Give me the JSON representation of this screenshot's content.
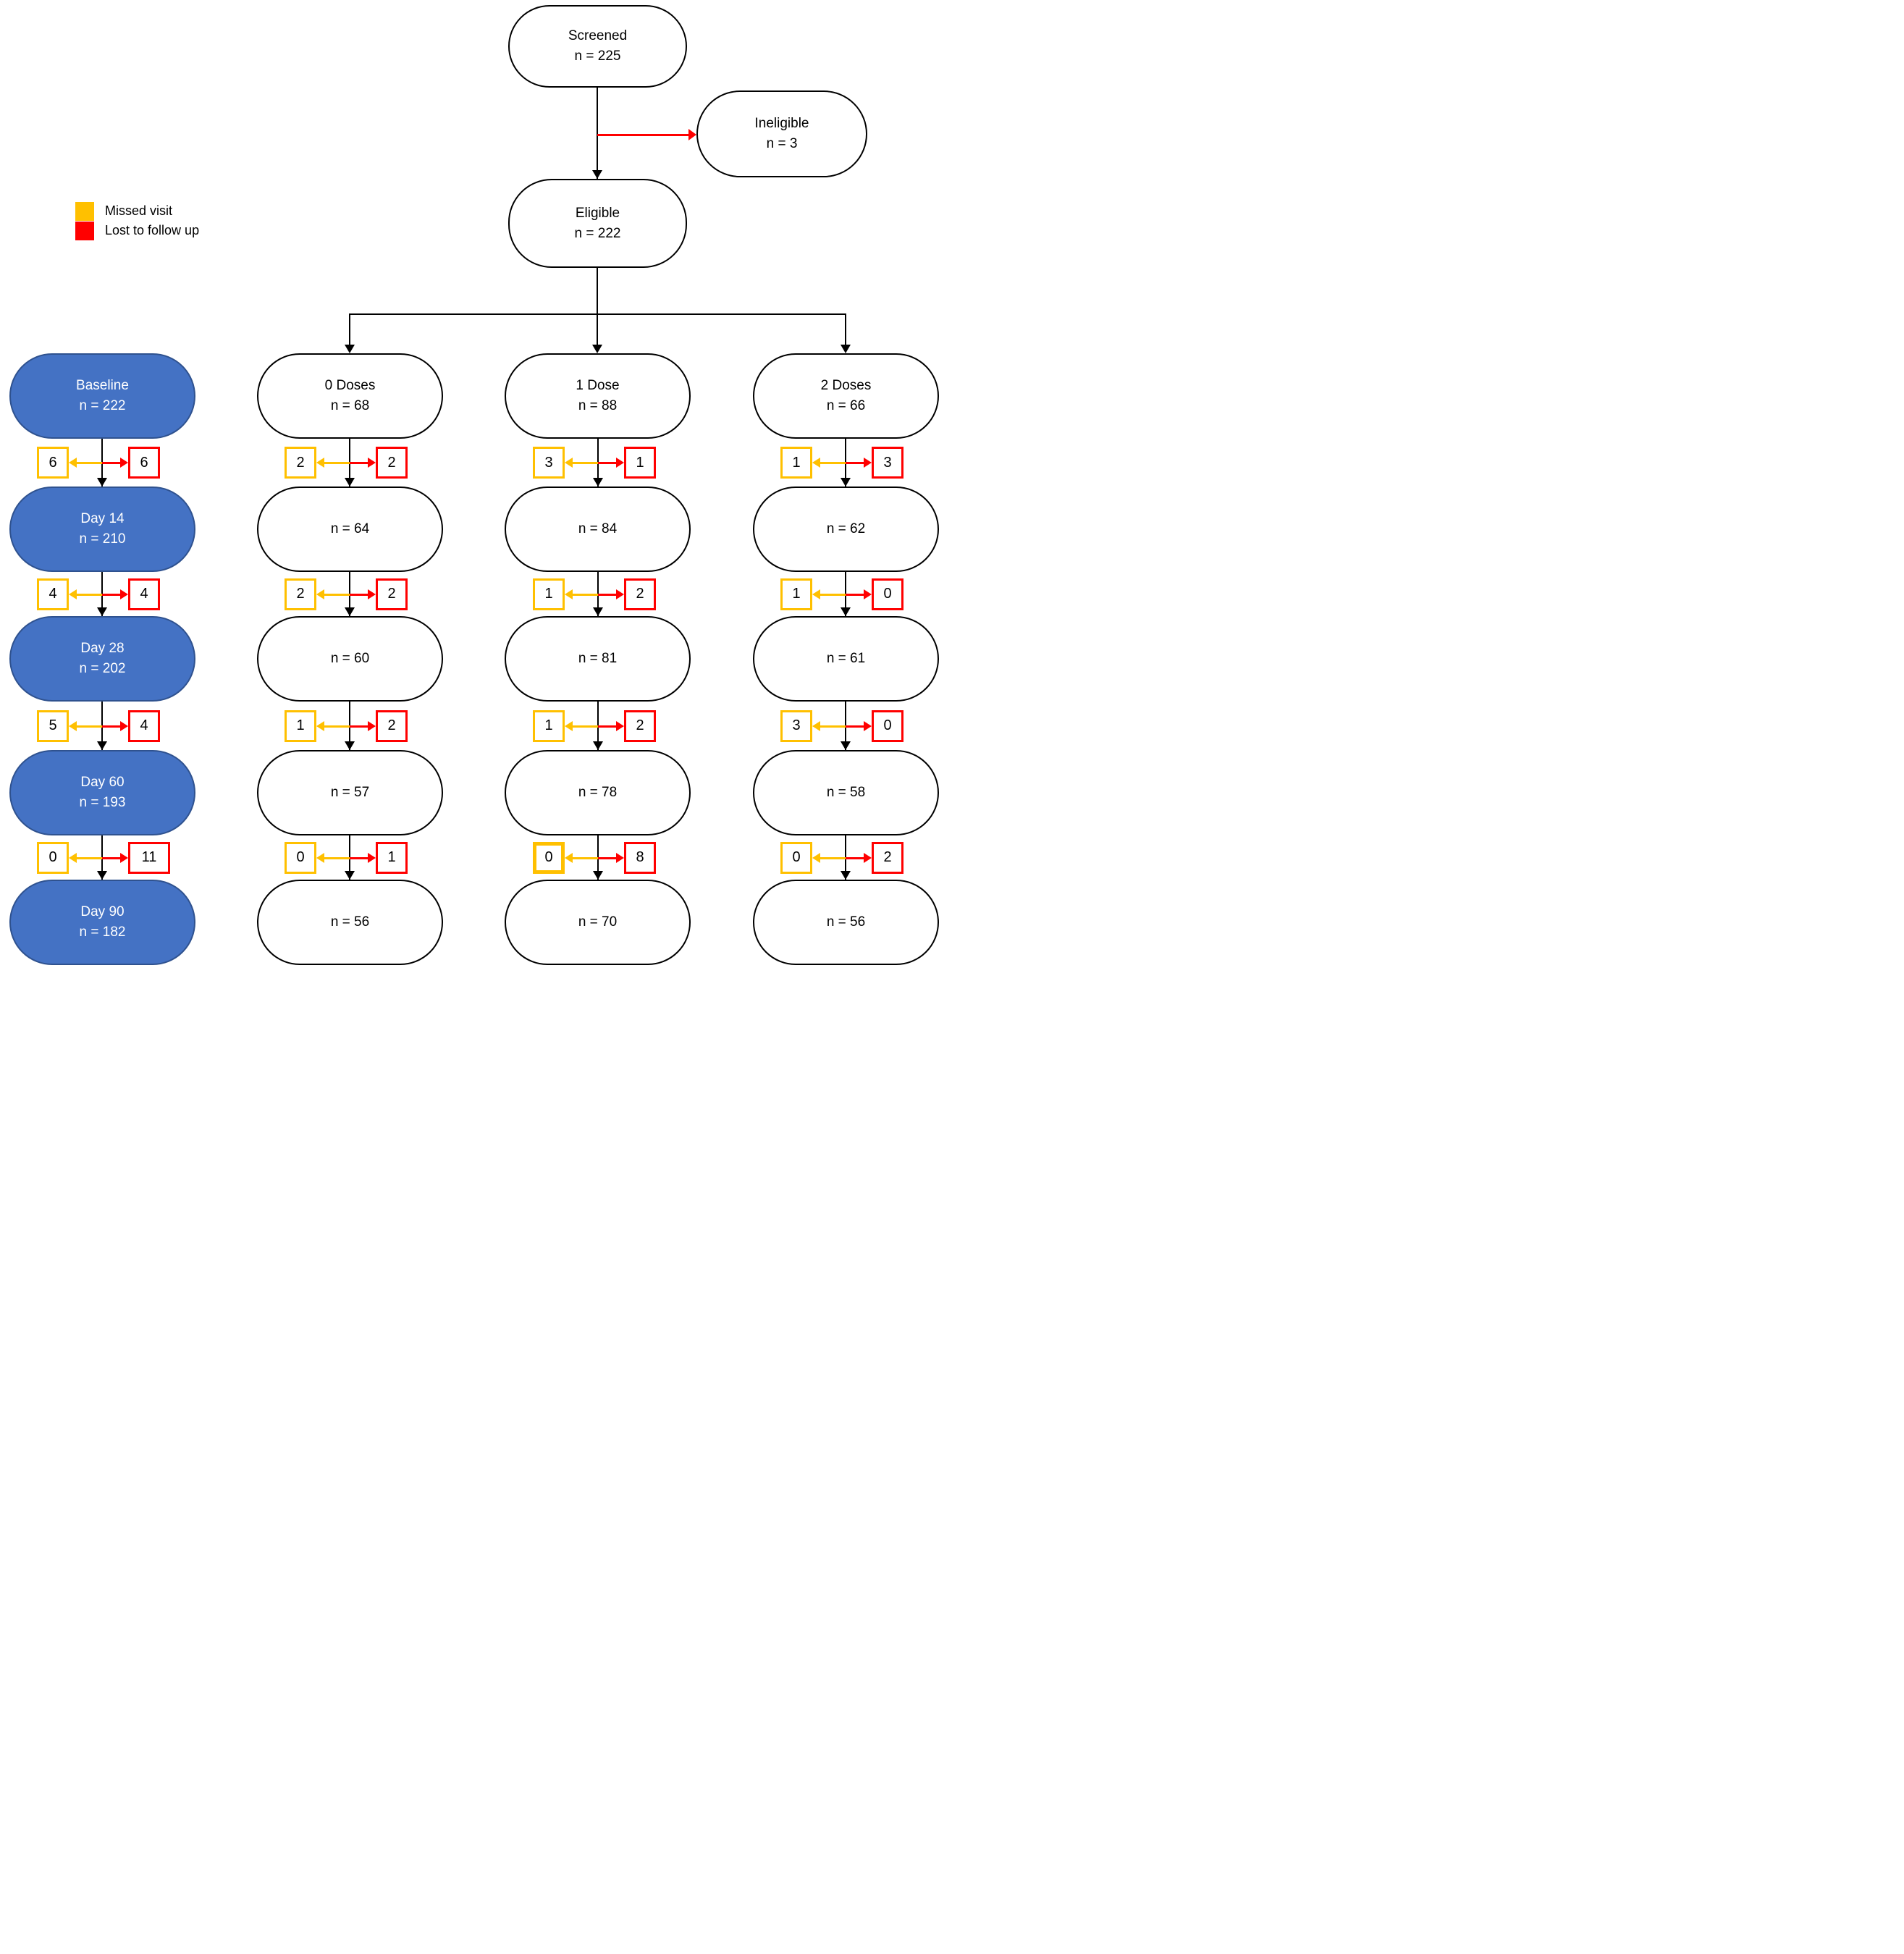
{
  "legend": {
    "missed": {
      "label": "Missed visit",
      "color": "#FFC000"
    },
    "lost": {
      "label": "Lost to follow up",
      "color": "#FF0000"
    }
  },
  "intake": {
    "screened": {
      "label": "Screened",
      "n": "n = 225"
    },
    "ineligible": {
      "label": "Ineligible",
      "n": "n = 3"
    },
    "eligible": {
      "label": "Eligible",
      "n": "n = 222"
    }
  },
  "columns": [
    {
      "key": "overall",
      "variant": "blue",
      "stages": [
        {
          "label": "Baseline",
          "n": "n = 222"
        },
        {
          "label": "Day 14",
          "n": "n = 210"
        },
        {
          "label": "Day 28",
          "n": "n = 202"
        },
        {
          "label": "Day 60",
          "n": "n = 193"
        },
        {
          "label": "Day 90",
          "n": "n = 182"
        }
      ],
      "transitions": [
        {
          "missed": "6",
          "lost": "6"
        },
        {
          "missed": "4",
          "lost": "4"
        },
        {
          "missed": "5",
          "lost": "4"
        },
        {
          "missed": "0",
          "lost": "11"
        }
      ]
    },
    {
      "key": "dose-0",
      "variant": "white",
      "stages": [
        {
          "label": "0 Doses",
          "n": "n = 68"
        },
        {
          "n": "n = 64"
        },
        {
          "n": "n = 60"
        },
        {
          "n": "n = 57"
        },
        {
          "n": "n = 56"
        }
      ],
      "transitions": [
        {
          "missed": "2",
          "lost": "2"
        },
        {
          "missed": "2",
          "lost": "2"
        },
        {
          "missed": "1",
          "lost": "2"
        },
        {
          "missed": "0",
          "lost": "1"
        }
      ]
    },
    {
      "key": "dose-1",
      "variant": "white",
      "stages": [
        {
          "label": "1 Dose",
          "n": "n = 88"
        },
        {
          "n": "n = 84"
        },
        {
          "n": "n = 81"
        },
        {
          "n": "n = 78"
        },
        {
          "n": "n = 70"
        }
      ],
      "transitions": [
        {
          "missed": "3",
          "lost": "1"
        },
        {
          "missed": "1",
          "lost": "2"
        },
        {
          "missed": "1",
          "lost": "2"
        },
        {
          "missed": "0",
          "lost": "8"
        }
      ]
    },
    {
      "key": "dose-2",
      "variant": "white",
      "stages": [
        {
          "label": "2 Doses",
          "n": "n = 66"
        },
        {
          "n": "n = 62"
        },
        {
          "n": "n = 61"
        },
        {
          "n": "n = 58"
        },
        {
          "n": "n = 56"
        }
      ],
      "transitions": [
        {
          "missed": "1",
          "lost": "3"
        },
        {
          "missed": "1",
          "lost": "0"
        },
        {
          "missed": "3",
          "lost": "0"
        },
        {
          "missed": "0",
          "lost": "2"
        }
      ]
    }
  ],
  "colors": {
    "node_blue_fill": "#4472C4",
    "node_blue_border": "#2F528F",
    "missed_orange": "#FFC000",
    "lost_red": "#FF0000",
    "line_black": "#000000"
  }
}
